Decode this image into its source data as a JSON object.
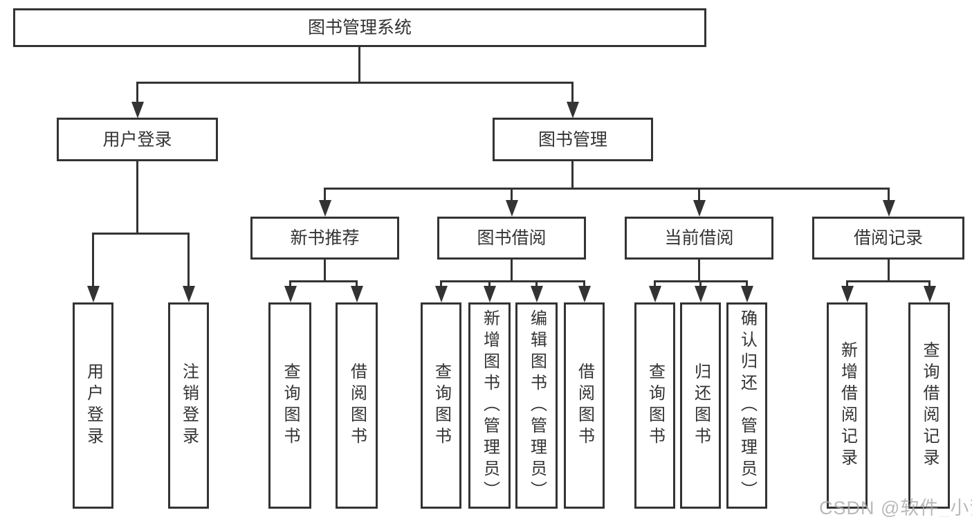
{
  "colors": {
    "line": "#333333",
    "text": "#333333",
    "box_bg": "#ffffff",
    "background": "#ffffff",
    "watermark": "#a8a8a8"
  },
  "tree": {
    "root": "图书管理系统",
    "l2": [
      "用户登录",
      "图书管理"
    ],
    "l3": [
      "新书推荐",
      "图书借阅",
      "当前借阅",
      "借阅记录"
    ],
    "leaves": {
      "user_login": [
        "用户登录",
        "注销登录"
      ],
      "new_books": [
        "查询图书",
        "借阅图书"
      ],
      "book_borrow": [
        "查询图书",
        "新增图书（管理员）",
        "编辑图书（管理员）",
        "借阅图书"
      ],
      "current_borrow": [
        "查询图书",
        "归还图书",
        "确认归还（管理员）"
      ],
      "borrow_records": [
        "新增借阅记录",
        "查询借阅记录"
      ]
    }
  },
  "watermark": "CSDN @软件_小贺同学"
}
